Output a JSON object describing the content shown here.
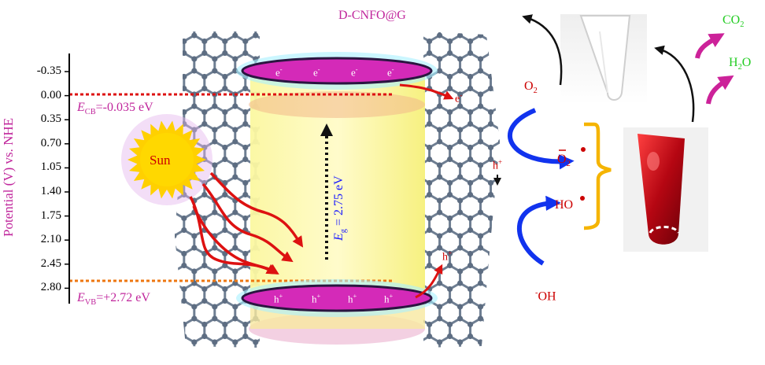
{
  "title": "D-CNFO@G",
  "y_axis": {
    "label": "Potential (V) vs. NHE",
    "ticks": [
      "-0.35",
      "0.00",
      "0.35",
      "0.70",
      "1.05",
      "1.40",
      "1.75",
      "2.10",
      "2.45",
      "2.80"
    ]
  },
  "band": {
    "ecb": {
      "symbol": "E",
      "sub": "CB",
      "value": "=-0.035 eV"
    },
    "evb": {
      "symbol": "E",
      "sub": "VB",
      "value": "=+2.72 eV"
    },
    "eg": {
      "symbol": "E",
      "sub": "g",
      "value": " = 2.75 eV"
    },
    "electron": "e",
    "electron_charge": "-",
    "hole": "h",
    "hole_charge": "+"
  },
  "sun_label": "Sun",
  "species": {
    "o2": {
      "base": "O",
      "sub": "2"
    },
    "superoxide": {
      "base": "O",
      "sub": "2"
    },
    "hydroxyl_radical": "HO",
    "hydroxide": {
      "charge": "-",
      "base": "OH"
    },
    "co2": {
      "base": "CO",
      "sub": "2"
    },
    "h2o": {
      "base": "H",
      "sub": "2",
      "tail": "O"
    }
  },
  "colors": {
    "magenta": "#c0269c",
    "red_text": "#cc0000",
    "blue_text": "#1a1aff",
    "green_text": "#22cc22",
    "cb_line": "#dd1111",
    "vb_line": "#ee7711",
    "bracket": "#f5b400",
    "arrow_blue": "#1133ee",
    "arrow_magenta": "#cc2299",
    "graphene": "#6e7e92"
  }
}
